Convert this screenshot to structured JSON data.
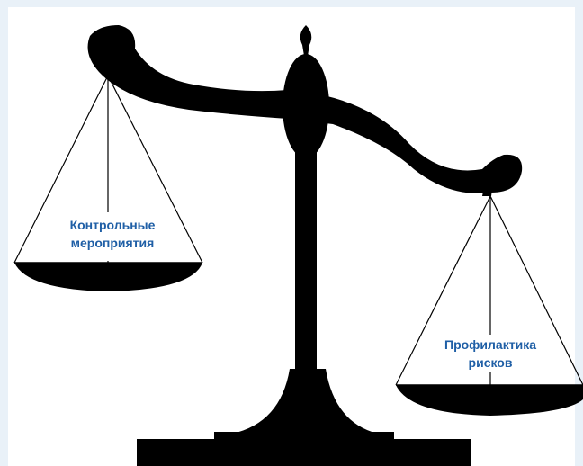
{
  "diagram": {
    "left_pan": {
      "line1": "Контрольные",
      "line2": "мероприятия"
    },
    "right_pan": {
      "line1": "Профилактика",
      "line2": "рисков"
    }
  },
  "colors": {
    "background": "#e9f1f8",
    "panel": "#ffffff",
    "scale": "#000000",
    "label_text": "#1f5fa6"
  },
  "icons": {
    "figure": "balance-scale-icon"
  }
}
